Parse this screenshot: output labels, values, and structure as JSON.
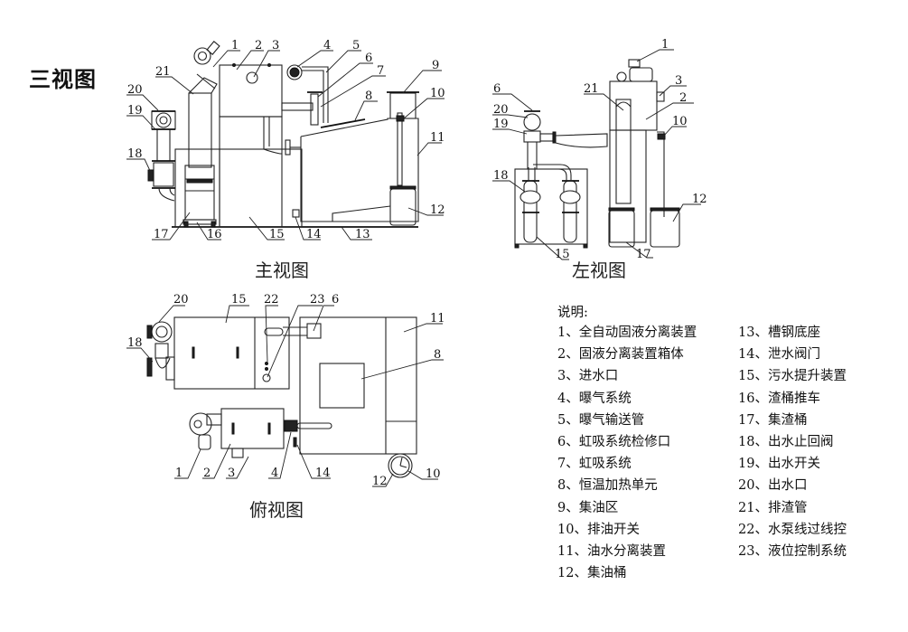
{
  "title": "三视图",
  "views": {
    "front": {
      "title": "主视图",
      "callouts": [
        "1",
        "2",
        "3",
        "4",
        "5",
        "6",
        "7",
        "8",
        "9",
        "10",
        "11",
        "12",
        "13",
        "14",
        "15",
        "16",
        "17",
        "18",
        "19",
        "20",
        "21"
      ]
    },
    "left": {
      "title": "左视图",
      "callouts": [
        "1",
        "2",
        "3",
        "6",
        "10",
        "12",
        "15",
        "17",
        "18",
        "19",
        "20",
        "21"
      ]
    },
    "top": {
      "title": "俯视图",
      "callouts": [
        "1",
        "2",
        "3",
        "4",
        "6",
        "8",
        "10",
        "11",
        "12",
        "14",
        "15",
        "18",
        "20",
        "22",
        "23"
      ]
    }
  },
  "legend": {
    "heading": "说明:",
    "items": [
      {
        "no": "1",
        "text": "全自动固液分离装置"
      },
      {
        "no": "2",
        "text": "固液分离装置箱体"
      },
      {
        "no": "3",
        "text": "进水口"
      },
      {
        "no": "4",
        "text": "曝气系统"
      },
      {
        "no": "5",
        "text": "曝气输送管"
      },
      {
        "no": "6",
        "text": "虹吸系统检修口"
      },
      {
        "no": "7",
        "text": "虹吸系统"
      },
      {
        "no": "8",
        "text": "恒温加热单元"
      },
      {
        "no": "9",
        "text": "集油区"
      },
      {
        "no": "10",
        "text": "排油开关"
      },
      {
        "no": "11",
        "text": "油水分离装置"
      },
      {
        "no": "12",
        "text": "集油桶"
      },
      {
        "no": "13",
        "text": "槽钢底座"
      },
      {
        "no": "14",
        "text": "泄水阀门"
      },
      {
        "no": "15",
        "text": "污水提升装置"
      },
      {
        "no": "16",
        "text": "渣桶推车"
      },
      {
        "no": "17",
        "text": "集渣桶"
      },
      {
        "no": "18",
        "text": "出水止回阀"
      },
      {
        "no": "19",
        "text": "出水开关"
      },
      {
        "no": "20",
        "text": "出水口"
      },
      {
        "no": "21",
        "text": "排渣管"
      },
      {
        "no": "22",
        "text": "水泵线过线控"
      },
      {
        "no": "23",
        "text": "液位控制系统"
      }
    ]
  }
}
